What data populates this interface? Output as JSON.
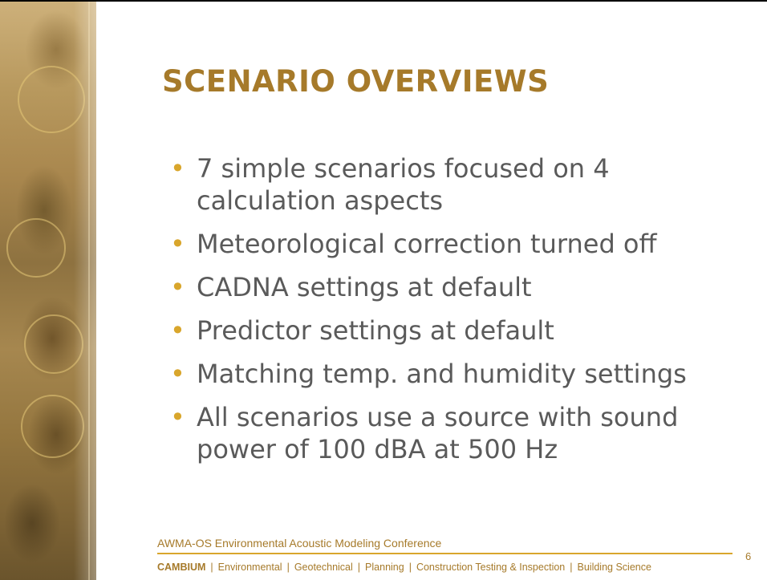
{
  "slide": {
    "title": "SCENARIO OVERVIEWS",
    "bullets": [
      "7 simple scenarios focused on 4 calculation aspects",
      "Meteorological correction turned off",
      "CADNA settings at default",
      "Predictor settings at default",
      "Matching temp. and humidity settings",
      "All scenarios use a source with sound power of 100 dBA at 500 Hz"
    ],
    "bullet_glyph": "•",
    "conference": "AWMA-OS Environmental Acoustic Modeling Conference",
    "page_number": "6",
    "footer": {
      "brand": "CAMBIUM",
      "separator": "|",
      "services": [
        "Environmental",
        "Geotechnical",
        "Planning",
        "Construction Testing & Inspection",
        "Building Science"
      ]
    }
  },
  "colors": {
    "title": "#a67a2a",
    "bullet": "#d9a62c",
    "body_text": "#5a5a5a",
    "footer_text": "#a67a2a",
    "rule": "#d9a62c"
  }
}
